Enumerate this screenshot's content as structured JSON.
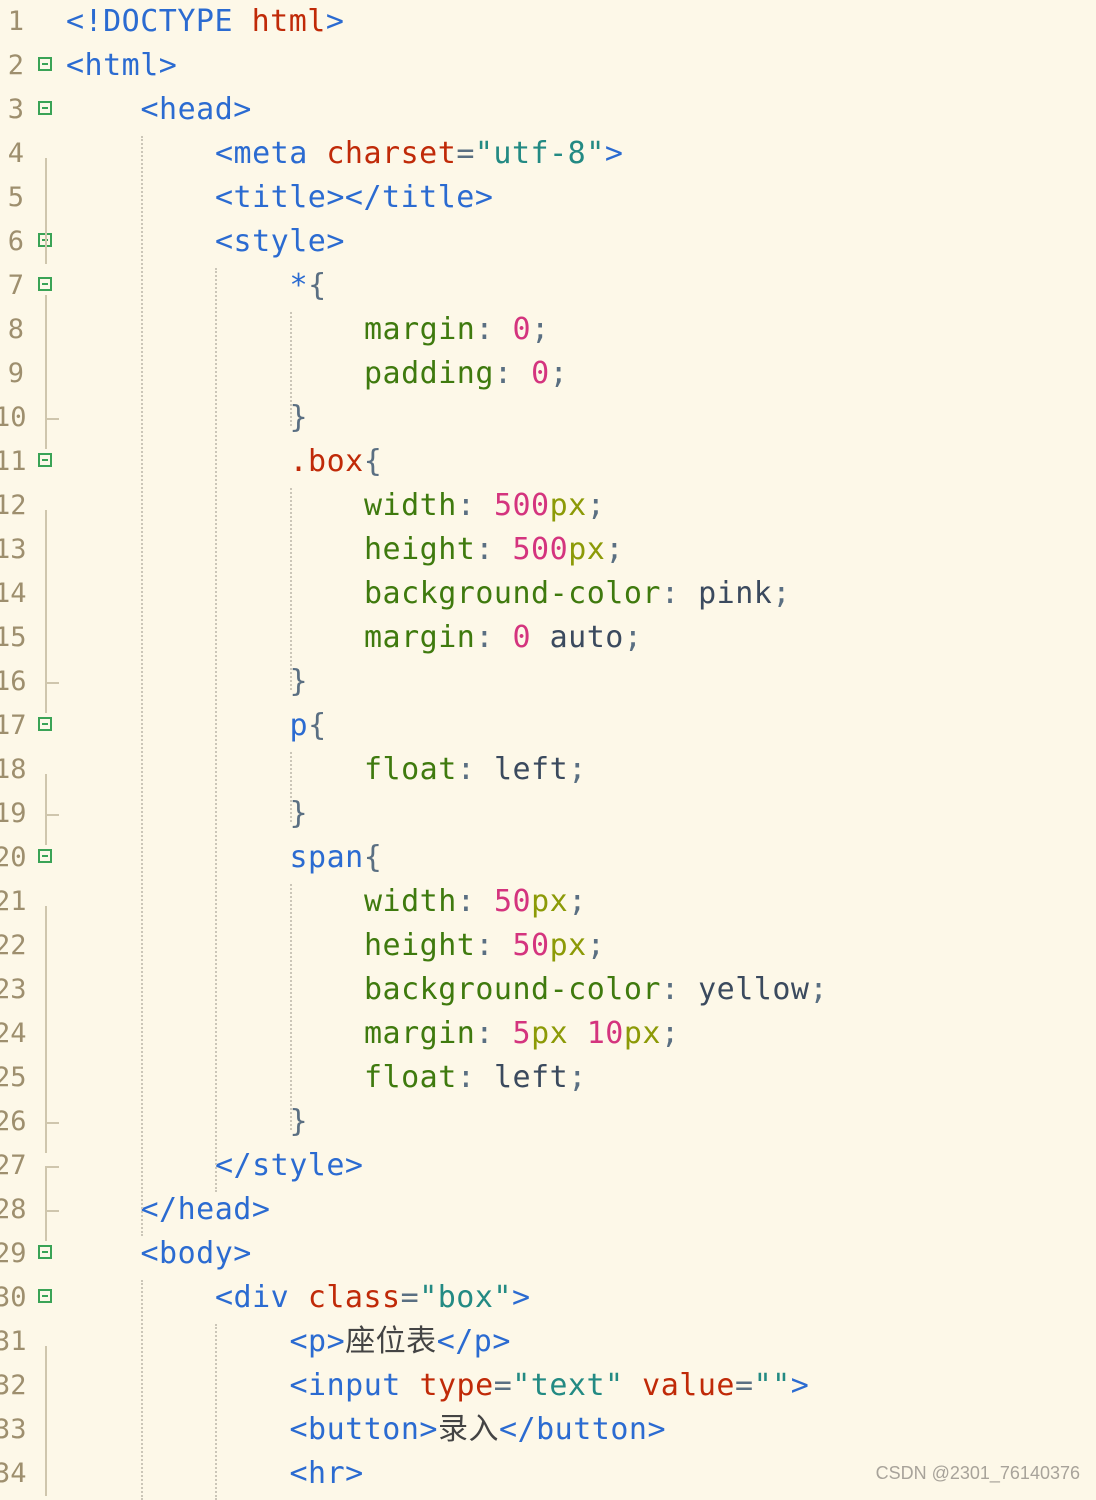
{
  "editor": {
    "background": "#fdf8e8",
    "lines": [
      {
        "n": "1",
        "indent": 0,
        "fold": false,
        "tokens": [
          [
            "tag",
            "<!DOCTYPE "
          ],
          [
            "attr",
            "html"
          ],
          [
            "tag",
            ">"
          ]
        ]
      },
      {
        "n": "2",
        "indent": 0,
        "fold": true,
        "tokens": [
          [
            "tag",
            "<html>"
          ]
        ]
      },
      {
        "n": "3",
        "indent": 1,
        "fold": true,
        "tokens": [
          [
            "tag",
            "<head>"
          ]
        ]
      },
      {
        "n": "4",
        "indent": 2,
        "fold": false,
        "tokens": [
          [
            "tag",
            "<meta "
          ],
          [
            "attr",
            "charset"
          ],
          [
            "punc",
            "="
          ],
          [
            "str",
            "\"utf-8\""
          ],
          [
            "tag",
            ">"
          ]
        ]
      },
      {
        "n": "5",
        "indent": 2,
        "fold": false,
        "tokens": [
          [
            "tag",
            "<title></title>"
          ]
        ]
      },
      {
        "n": "6",
        "indent": 2,
        "fold": true,
        "tokens": [
          [
            "tag",
            "<style>"
          ]
        ]
      },
      {
        "n": "7",
        "indent": 3,
        "fold": true,
        "tokens": [
          [
            "tag",
            "*"
          ],
          [
            "punc",
            "{"
          ]
        ]
      },
      {
        "n": "8",
        "indent": 4,
        "fold": false,
        "tokens": [
          [
            "prop",
            "margin"
          ],
          [
            "punc",
            ": "
          ],
          [
            "num",
            "0"
          ],
          [
            "punc",
            ";"
          ]
        ]
      },
      {
        "n": "9",
        "indent": 4,
        "fold": false,
        "tokens": [
          [
            "prop",
            "padding"
          ],
          [
            "punc",
            ": "
          ],
          [
            "num",
            "0"
          ],
          [
            "punc",
            ";"
          ]
        ]
      },
      {
        "n": "10",
        "indent": 3,
        "fold": false,
        "tokens": [
          [
            "punc",
            "}"
          ]
        ]
      },
      {
        "n": "11",
        "indent": 3,
        "fold": true,
        "tokens": [
          [
            "sel",
            ".box"
          ],
          [
            "punc",
            "{"
          ]
        ]
      },
      {
        "n": "12",
        "indent": 4,
        "fold": false,
        "tokens": [
          [
            "prop",
            "width"
          ],
          [
            "punc",
            ": "
          ],
          [
            "num",
            "500"
          ],
          [
            "unit",
            "px"
          ],
          [
            "punc",
            ";"
          ]
        ]
      },
      {
        "n": "13",
        "indent": 4,
        "fold": false,
        "tokens": [
          [
            "prop",
            "height"
          ],
          [
            "punc",
            ": "
          ],
          [
            "num",
            "500"
          ],
          [
            "unit",
            "px"
          ],
          [
            "punc",
            ";"
          ]
        ]
      },
      {
        "n": "14",
        "indent": 4,
        "fold": false,
        "tokens": [
          [
            "prop",
            "background-color"
          ],
          [
            "punc",
            ": "
          ],
          [
            "val",
            "pink"
          ],
          [
            "punc",
            ";"
          ]
        ]
      },
      {
        "n": "15",
        "indent": 4,
        "fold": false,
        "tokens": [
          [
            "prop",
            "margin"
          ],
          [
            "punc",
            ": "
          ],
          [
            "num",
            "0"
          ],
          [
            "val",
            " auto"
          ],
          [
            "punc",
            ";"
          ]
        ]
      },
      {
        "n": "16",
        "indent": 3,
        "fold": false,
        "tokens": [
          [
            "punc",
            "}"
          ]
        ]
      },
      {
        "n": "17",
        "indent": 3,
        "fold": true,
        "tokens": [
          [
            "tag",
            "p"
          ],
          [
            "punc",
            "{"
          ]
        ]
      },
      {
        "n": "18",
        "indent": 4,
        "fold": false,
        "tokens": [
          [
            "prop",
            "float"
          ],
          [
            "punc",
            ": "
          ],
          [
            "val",
            "left"
          ],
          [
            "punc",
            ";"
          ]
        ]
      },
      {
        "n": "19",
        "indent": 3,
        "fold": false,
        "tokens": [
          [
            "punc",
            "}"
          ]
        ]
      },
      {
        "n": "20",
        "indent": 3,
        "fold": true,
        "tokens": [
          [
            "tag",
            "span"
          ],
          [
            "punc",
            "{"
          ]
        ]
      },
      {
        "n": "21",
        "indent": 4,
        "fold": false,
        "tokens": [
          [
            "prop",
            "width"
          ],
          [
            "punc",
            ": "
          ],
          [
            "num",
            "50"
          ],
          [
            "unit",
            "px"
          ],
          [
            "punc",
            ";"
          ]
        ]
      },
      {
        "n": "22",
        "indent": 4,
        "fold": false,
        "tokens": [
          [
            "prop",
            "height"
          ],
          [
            "punc",
            ": "
          ],
          [
            "num",
            "50"
          ],
          [
            "unit",
            "px"
          ],
          [
            "punc",
            ";"
          ]
        ]
      },
      {
        "n": "23",
        "indent": 4,
        "fold": false,
        "tokens": [
          [
            "prop",
            "background-color"
          ],
          [
            "punc",
            ": "
          ],
          [
            "val",
            "yellow"
          ],
          [
            "punc",
            ";"
          ]
        ]
      },
      {
        "n": "24",
        "indent": 4,
        "fold": false,
        "tokens": [
          [
            "prop",
            "margin"
          ],
          [
            "punc",
            ": "
          ],
          [
            "num",
            "5"
          ],
          [
            "unit",
            "px"
          ],
          [
            "punc",
            " "
          ],
          [
            "num",
            "10"
          ],
          [
            "unit",
            "px"
          ],
          [
            "punc",
            ";"
          ]
        ]
      },
      {
        "n": "25",
        "indent": 4,
        "fold": false,
        "tokens": [
          [
            "prop",
            "float"
          ],
          [
            "punc",
            ": "
          ],
          [
            "val",
            "left"
          ],
          [
            "punc",
            ";"
          ]
        ]
      },
      {
        "n": "26",
        "indent": 3,
        "fold": false,
        "tokens": [
          [
            "punc",
            "}"
          ]
        ]
      },
      {
        "n": "27",
        "indent": 2,
        "fold": false,
        "tokens": [
          [
            "tag",
            "</style>"
          ]
        ]
      },
      {
        "n": "28",
        "indent": 1,
        "fold": false,
        "tokens": [
          [
            "tag",
            "</head>"
          ]
        ]
      },
      {
        "n": "29",
        "indent": 1,
        "fold": true,
        "tokens": [
          [
            "tag",
            "<body>"
          ]
        ]
      },
      {
        "n": "30",
        "indent": 2,
        "fold": true,
        "tokens": [
          [
            "tag",
            "<div "
          ],
          [
            "attr",
            "class"
          ],
          [
            "punc",
            "="
          ],
          [
            "str",
            "\"box\""
          ],
          [
            "tag",
            ">"
          ]
        ]
      },
      {
        "n": "31",
        "indent": 3,
        "fold": false,
        "tokens": [
          [
            "tag",
            "<p>"
          ],
          [
            "text-cn",
            "座位表"
          ],
          [
            "tag",
            "</p>"
          ]
        ]
      },
      {
        "n": "32",
        "indent": 3,
        "fold": false,
        "tokens": [
          [
            "tag",
            "<input "
          ],
          [
            "attr",
            "type"
          ],
          [
            "punc",
            "="
          ],
          [
            "str",
            "\"text\""
          ],
          [
            "attr",
            " value"
          ],
          [
            "punc",
            "="
          ],
          [
            "str",
            "\"\""
          ],
          [
            "tag",
            ">"
          ]
        ]
      },
      {
        "n": "33",
        "indent": 3,
        "fold": false,
        "tokens": [
          [
            "tag",
            "<button>"
          ],
          [
            "text-cn",
            "录入"
          ],
          [
            "tag",
            "</button>"
          ]
        ]
      },
      {
        "n": "34",
        "indent": 3,
        "fold": false,
        "tokens": [
          [
            "tag",
            "<hr>"
          ]
        ]
      }
    ]
  },
  "watermark": "CSDN @2301_76140376"
}
